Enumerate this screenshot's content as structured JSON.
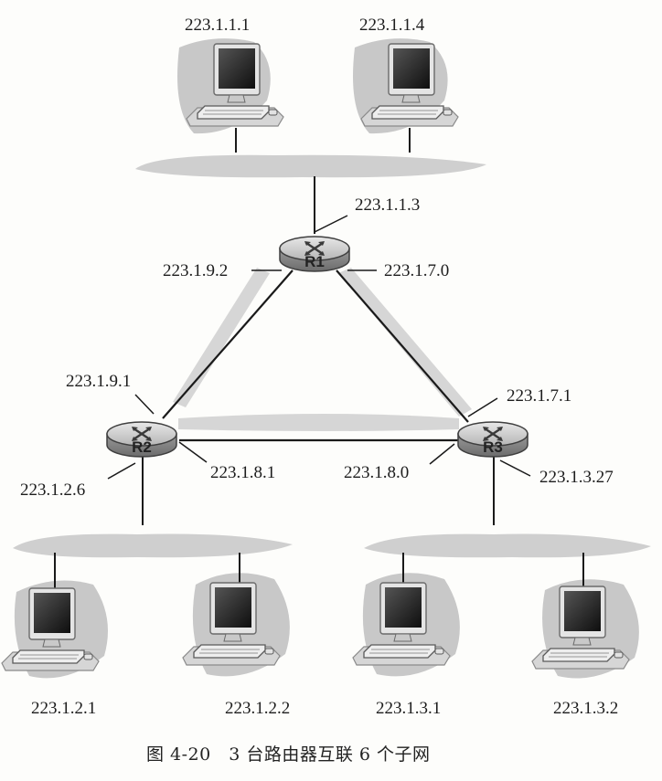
{
  "routers": {
    "r1": {
      "name": "R1"
    },
    "r2": {
      "name": "R2"
    },
    "r3": {
      "name": "R3"
    }
  },
  "interfaces": {
    "r1_subnet1": "223.1.1.3",
    "r1_to_r2": "223.1.9.2",
    "r1_to_r3": "223.1.7.0",
    "r2_to_r1": "223.1.9.1",
    "r2_to_r3": "223.1.8.1",
    "r2_subnet2": "223.1.2.6",
    "r3_to_r1": "223.1.7.1",
    "r3_to_r2": "223.1.8.0",
    "r3_subnet3": "223.1.3.27"
  },
  "hosts": {
    "h1": "223.1.1.1",
    "h2": "223.1.1.4",
    "h3": "223.1.2.1",
    "h4": "223.1.2.2",
    "h5": "223.1.3.1",
    "h6": "223.1.3.2"
  },
  "caption": "图 4-20　3 台路由器互联 6 个子网",
  "icons": {
    "host": "desktop-computer-icon",
    "router": "router-icon"
  }
}
